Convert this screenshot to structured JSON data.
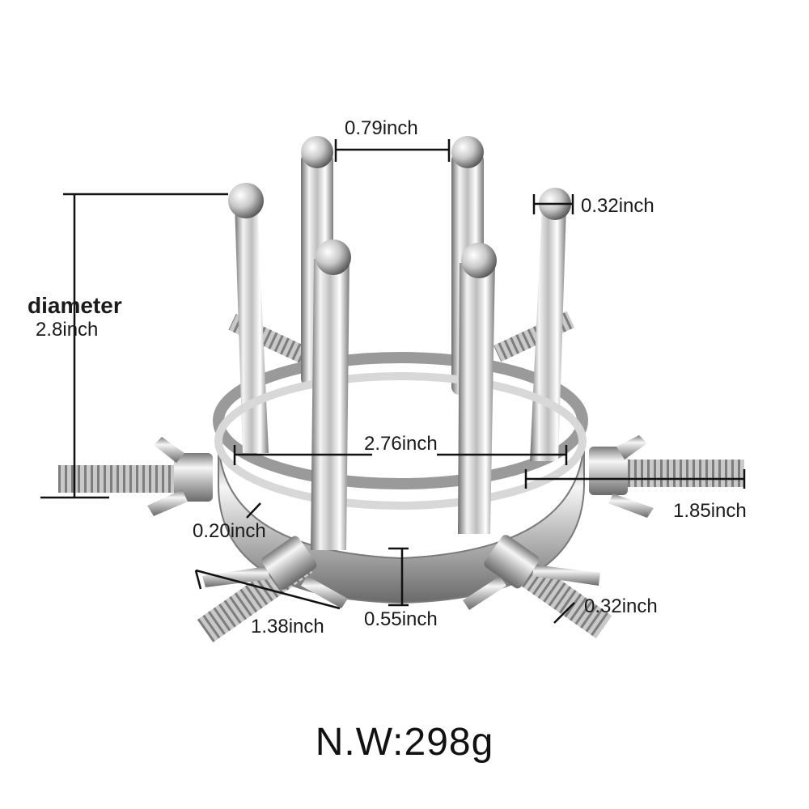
{
  "labels": {
    "spacing": "0.79inch",
    "tip_diameter": "0.32inch",
    "diameter_title": "diameter",
    "diameter_value": "2.8inch",
    "ring_inner": "2.76inch",
    "screw_length": "1.85inch",
    "ring_thickness": "0.20inch",
    "wing_span": "1.38inch",
    "ring_height": "0.55inch",
    "screw_diameter": "0.32inch"
  },
  "net_weight": "N.W:298g",
  "colors": {
    "metal_light": "#f4f4f4",
    "metal_mid": "#bdbdbd",
    "metal_dark": "#6e6e6e",
    "dimension_line": "#111111"
  }
}
